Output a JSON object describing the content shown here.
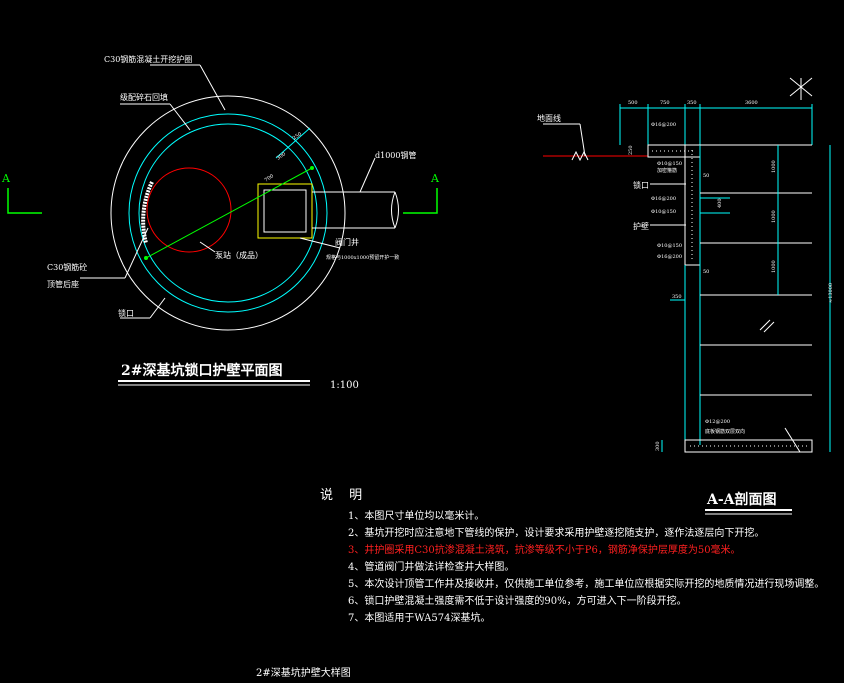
{
  "plan": {
    "title": "2#深基坑锁口护壁平面图",
    "scale": "1:100",
    "labels": {
      "c30_wall": "C30钢筋混凝土开挖护圈",
      "gravel": "级配碎石回填",
      "c30_top": "C30钢筋砼",
      "top_pipe": "顶管后座",
      "pump": "泵站（成品）",
      "valve_well": "阀门井",
      "valve_note": "规格与1000x1000预留开护一致",
      "pipe": "d1000钢管",
      "lock": "锁口",
      "dim_300": "300",
      "dim_250": "250",
      "dim_700": "700",
      "section_a": "A"
    }
  },
  "section": {
    "title": "A-A剖面图",
    "ground": "地面线",
    "lock": "锁口",
    "wall": "护壁",
    "dims_top": [
      "500",
      "750",
      "350",
      "3600"
    ],
    "dim_left": "250",
    "dim_350": "350",
    "dims_right": [
      "1000",
      "1000",
      "1000"
    ],
    "dim_total": "≈13000",
    "dim_50a": "50",
    "dim_50b": "50",
    "dim_400": "400",
    "dim_bottom": "300",
    "rebar_1": "Φ16@200",
    "rebar_2": "Φ10@150",
    "rebar_3": "Φ16@200",
    "rebar_4": "Φ10@150",
    "rebar_5": "Φ10@150",
    "rebar_6": "Φ16@200",
    "rebar_small": "加密箍筋",
    "rebar_bottom": "Φ12@200",
    "rebar_bottom_note": "底板钢筋双层双向"
  },
  "notes": {
    "heading": "说 明",
    "items": [
      {
        "text": "1、本图尺寸单位均以毫米计。",
        "highlight": false
      },
      {
        "text": "2、基坑开挖时应注意地下管线的保护，设计要求采用护壁逐挖随支护，逐作法逐层向下开挖。",
        "highlight": false
      },
      {
        "text": "3、井护圈采用C30抗渗混凝土浇筑，抗渗等级不小于P6，钢筋净保护层厚度为50毫米。",
        "highlight": true
      },
      {
        "text": "4、管道阀门井做法详检查井大样图。",
        "highlight": false
      },
      {
        "text": "5、本次设计顶管工作井及接收井，仅供施工单位参考，施工单位应根据实际开挖的地质情况进行现场调整。",
        "highlight": false
      },
      {
        "text": "6、锁口护壁混凝土强度需不低于设计强度的90%，方可进入下一阶段开挖。",
        "highlight": false
      },
      {
        "text": "7、本图适用于WA574深基坑。",
        "highlight": false
      }
    ]
  },
  "footer": {
    "title": "2#深基坑护壁大样图"
  },
  "colors": {
    "outer_ring": "#ffffff",
    "inner_ring": "#00ffff",
    "pump": "#ff0000",
    "valve": "#ffff00",
    "section_mark": "#00ff00",
    "ground": "#ff0000",
    "dim_line": "#00ffff"
  }
}
